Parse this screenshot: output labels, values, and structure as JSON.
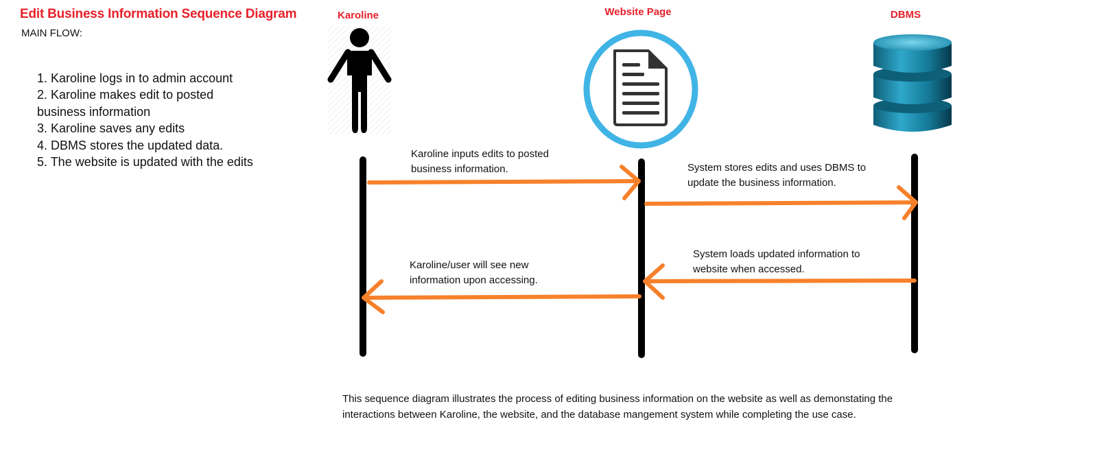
{
  "title": "Edit  Business Information Sequence Diagram",
  "main_flow_label": "MAIN FLOW:",
  "main_flow_steps": [
    "1. Karoline logs in to admin account",
    "2. Karoline makes edit to posted business information",
    "3. Karoline saves any edits",
    "4. DBMS stores the updated data.",
    "5. The website is updated with the edits"
  ],
  "actors": [
    {
      "label": "Karoline",
      "icon": "person-icon"
    },
    {
      "label": "Website Page",
      "icon": "document-icon"
    },
    {
      "label": "DBMS",
      "icon": "database-icon"
    }
  ],
  "messages": [
    {
      "label_lines": [
        "Karoline inputs edits to posted",
        "business information."
      ],
      "from": "Karoline",
      "to": "Website Page"
    },
    {
      "label_lines": [
        "System stores edits and uses DBMS to",
        "update the business information."
      ],
      "from": "Website Page",
      "to": "DBMS"
    },
    {
      "label_lines": [
        "System loads updated information to",
        "website when accessed."
      ],
      "from": "DBMS",
      "to": "Website Page"
    },
    {
      "label_lines": [
        "Karoline/user will see new",
        "information upon accessing."
      ],
      "from": "Website Page",
      "to": "Karoline"
    }
  ],
  "caption_lines": [
    "This sequence diagram illustrates the process of editing business information on the website as well as demonstating the",
    "interactions between Karoline, the website, and the database mangement system while completing the use case."
  ],
  "colors": {
    "title": "#e8202a",
    "actor_label": "#e8202a",
    "arrow": "#f7812b",
    "lifeline": "#000000",
    "document_ring": "#41b4e6",
    "database": "#1a7f9c"
  }
}
